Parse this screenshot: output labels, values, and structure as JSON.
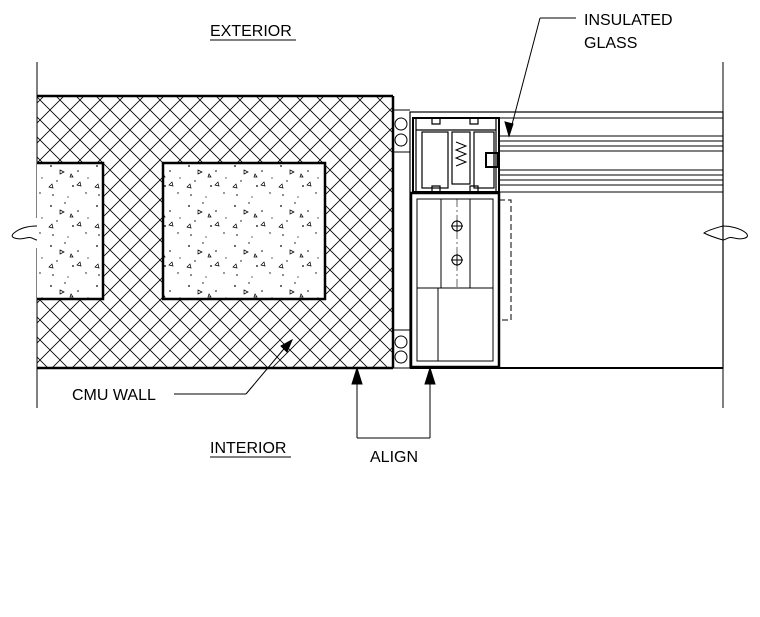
{
  "labels": {
    "exterior": "EXTERIOR",
    "interior": "INTERIOR",
    "insulated_glass_line1": "INSULATED",
    "insulated_glass_line2": "GLASS",
    "cmu_wall": "CMU WALL",
    "align": "ALIGN"
  },
  "colors": {
    "ink": "#000000",
    "paper": "#ffffff"
  }
}
